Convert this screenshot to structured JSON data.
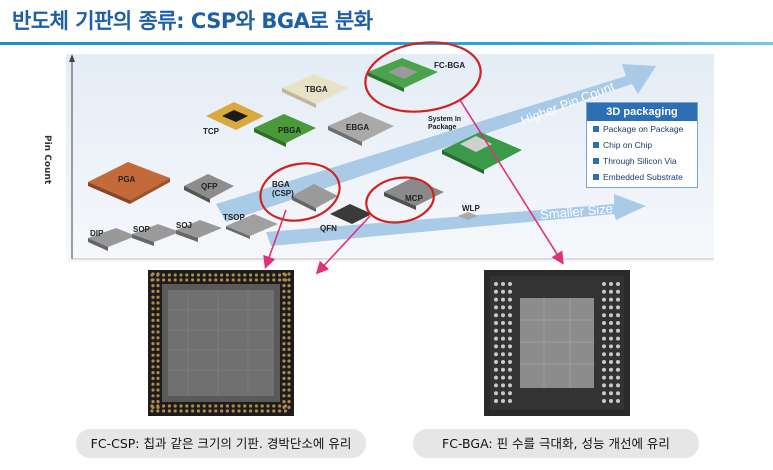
{
  "title": "반도체 기판의 종류: CSP와 BGA로 분화",
  "y_axis_label": "Pin Count",
  "arrows": {
    "higher": "Higher Pin Count",
    "smaller": "Smaller Size"
  },
  "packages": {
    "fcbga": "FC-BGA",
    "tbga": "TBGA",
    "tcp": "TCP",
    "pbga": "PBGA",
    "ebga": "EBGA",
    "sip_line1": "System In",
    "sip_line2": "Package",
    "pga": "PGA",
    "qfp": "QFP",
    "bga_line1": "BGA",
    "bga_line2": "(CSP)",
    "mcp": "MCP",
    "dip": "DIP",
    "sop": "SOP",
    "soj": "SOJ",
    "tsop": "TSOP",
    "qfn": "QFN",
    "wlp": "WLP"
  },
  "legend": {
    "title": "3D packaging",
    "items": [
      "Package on Package",
      "Chip on Chip",
      "Through Silicon Via",
      "Embedded Substrate"
    ]
  },
  "captions": {
    "left": "FC-CSP: 칩과 같은 크기의 기판. 경박단소에 유리",
    "right": "FC-BGA: 핀 수를 극대화, 성능 개선에 유리"
  },
  "colors": {
    "title": "#1e5fa8",
    "highlight_circle": "#d42020",
    "pointer_arrow": "#e0307a",
    "arrow_band": "#7fb0da",
    "legend_head": "#2d6fb5"
  }
}
